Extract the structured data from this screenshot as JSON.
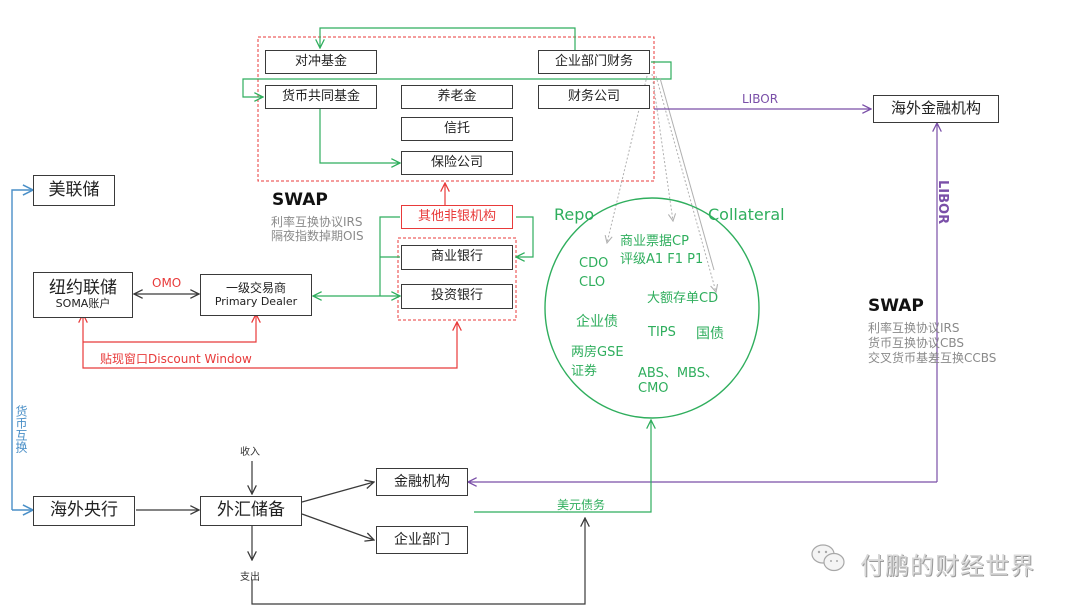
{
  "nodes": {
    "hedge_fund": "对冲基金",
    "corporate_treasury": "企业部门财务",
    "money_market_fund": "货币共同基金",
    "pension": "养老金",
    "finance_company": "财务公司",
    "trust": "信托",
    "insurance": "保险公司",
    "other_nonbank": "其他非银机构",
    "commercial_bank": "商业银行",
    "investment_bank": "投资银行",
    "fed": "美联储",
    "ny_fed": "纽约联储",
    "ny_fed_sub": "SOMA账户",
    "primary_dealer": "一级交易商",
    "primary_dealer_sub": "Primary Dealer",
    "overseas_fi": "海外金融机构",
    "overseas_cb": "海外央行",
    "fx_reserve": "外汇储备",
    "financial_institution": "金融机构",
    "corporate_sector": "企业部门"
  },
  "labels": {
    "omo": "OMO",
    "discount_window": "贴现窗口Discount Window",
    "libor_h": "LIBOR",
    "libor_v": "LIBOR",
    "currency_swap": "货币互换",
    "income": "收入",
    "expense": "支出",
    "usd_debt": "美元债务"
  },
  "swap_left": {
    "title": "SWAP",
    "items": [
      "利率互换协议IRS",
      "隔夜指数掉期OIS"
    ]
  },
  "swap_right": {
    "title": "SWAP",
    "items": [
      "利率互换协议IRS",
      "货币互换协议CBS",
      "交叉货币基差互换CCBS"
    ]
  },
  "collateral": {
    "repo": "Repo",
    "collateral": "Collateral",
    "items": {
      "cp": "商业票据CP",
      "cp_rating": "评级A1 F1 P1",
      "cdo": "CDO",
      "clo": "CLO",
      "cd": "大额存单CD",
      "corp_bond": "企业债",
      "tips": "TIPS",
      "treasury": "国债",
      "gse1": "两房GSE",
      "gse2": "证券",
      "abs": "ABS、MBS、",
      "cmo": "CMO"
    }
  },
  "watermark": "付鹏的财经世界",
  "colors": {
    "green": "#2fae5d",
    "red": "#e83a3a",
    "purple": "#7a4fa8",
    "blue": "#4a8fc7",
    "dark": "#3a3a3a",
    "gray": "#b0b0b0"
  }
}
